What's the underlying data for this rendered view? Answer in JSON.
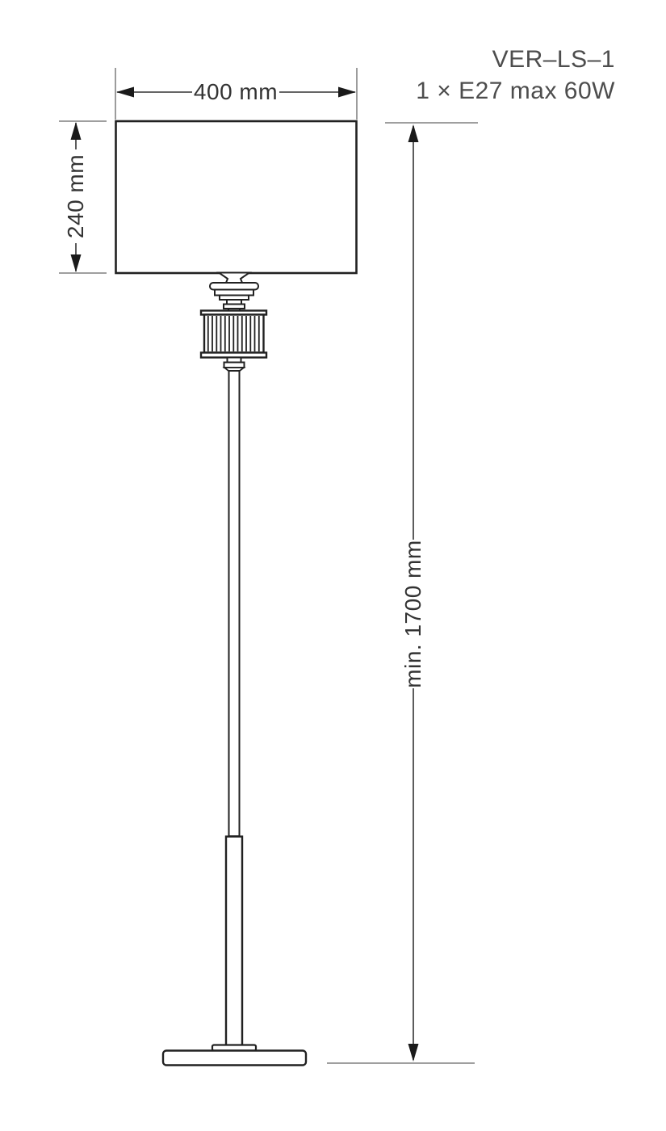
{
  "header": {
    "product_code": "VER–LS–1",
    "lamp_spec": "1 × E27 max 60W"
  },
  "dimensions": {
    "shade_width_label": "400 mm",
    "shade_height_label": "240 mm",
    "total_height_label": "min. 1700 mm"
  },
  "drawing": {
    "colors": {
      "background": "#ffffff",
      "outline": "#212121",
      "dimension_line": "#333333",
      "extension_line": "#666666",
      "arrow_fill": "#1a1a1a",
      "label_text": "#333333",
      "header_text": "#4d4d4d"
    }
  }
}
